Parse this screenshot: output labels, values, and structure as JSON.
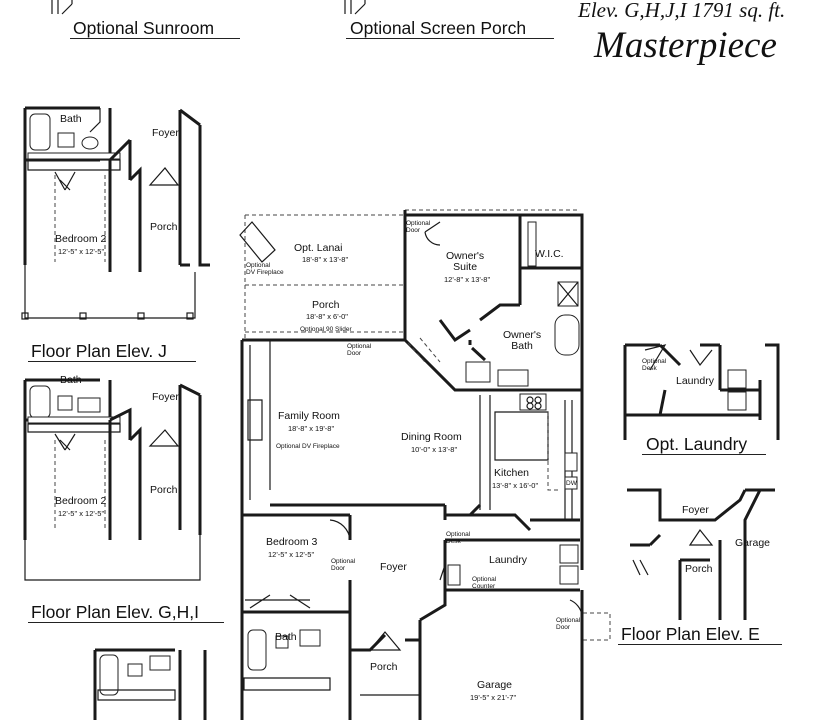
{
  "header": {
    "elevation_text": "Elev. G,H,J,I 1791 sq. ft.",
    "plan_name": "Masterpiece"
  },
  "captions": {
    "sunroom": "Optional Sunroom",
    "screen_porch": "Optional Screen Porch",
    "elev_j": "Floor Plan Elev. J",
    "elev_ghi": "Floor Plan Elev. G,H,I",
    "opt_laundry": "Opt. Laundry",
    "elev_e": "Floor Plan Elev. E"
  },
  "elev_j": {
    "bath": "Bath",
    "foyer": "Foyer",
    "porch": "Porch",
    "bedroom": "Bedroom 2",
    "bedroom_dim": "12'-5\" x 12'-5\""
  },
  "elev_ghi": {
    "bath": "Bath",
    "foyer": "Foyer",
    "porch": "Porch",
    "bedroom": "Bedroom 2",
    "bedroom_dim": "12'-5\" x 12'-5\""
  },
  "main": {
    "lanai": "Opt. Lanai",
    "lanai_dim": "18'-8\" x 13'-8\"",
    "opt_dv_fireplace_1": "Optional\nDV Fireplace",
    "opt_door_top": "Optional\nDoor",
    "owners_suite": "Owner's\nSuite",
    "owners_suite_dim": "12'-8\" x 13'-8\"",
    "wic": "W.I.C.",
    "porch": "Porch",
    "porch_dim": "18'-8\" x 6'-0\"",
    "slider": "Optional 90 Slider",
    "opt_door_2": "Optional\nDoor",
    "owners_bath": "Owner's\nBath",
    "family_room": "Family Room",
    "family_room_dim": "18'-8\" x 19'-8\"",
    "family_fireplace": "Optional DV Fireplace",
    "dining_room": "Dining Room",
    "dining_room_dim": "10'-0\" x 13'-8\"",
    "kitchen": "Kitchen",
    "kitchen_dim": "13'-8\" x 16'-0\"",
    "dw": "DW",
    "bedroom3": "Bedroom 3",
    "bedroom3_dim": "12'-5\" x 12'-5\"",
    "opt_door_bed3": "Optional\nDoor",
    "foyer": "Foyer",
    "opt_desk": "Optional\nDesk",
    "laundry": "Laundry",
    "opt_counter": "Optional\nCounter",
    "opt_door_garage": "Optional\nDoor",
    "bath": "Bath",
    "porch_front": "Porch",
    "garage": "Garage",
    "garage_dim": "19'-5\" x 21'-7\""
  },
  "opt_laundry": {
    "desk": "Optional\nDesk",
    "laundry": "Laundry"
  },
  "elev_e": {
    "foyer": "Foyer",
    "garage": "Garage",
    "porch": "Porch"
  }
}
